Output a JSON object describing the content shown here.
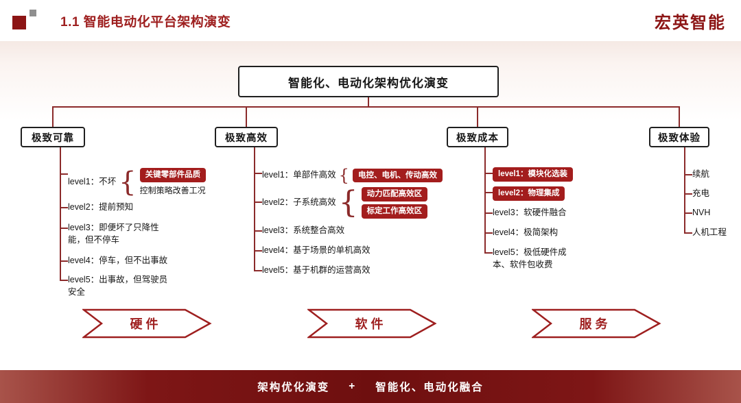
{
  "header": {
    "title": "1.1 智能电动化平台架构演变",
    "brand": "宏英智能"
  },
  "root_label": "智能化、电动化架构优化演变",
  "columns": [
    {
      "title": "极致可靠",
      "items": [
        {
          "text": "level1：不坏",
          "sub": [
            {
              "style": "badge",
              "text": "关键零部件品质"
            },
            {
              "style": "text",
              "text": "控制策略改善工况"
            }
          ]
        },
        {
          "text": "level2：提前预知"
        },
        {
          "text": "level3：即便坏了只降性能，但不停车"
        },
        {
          "text": "level4：停车，但不出事故"
        },
        {
          "text": "level5：出事故，但驾驶员安全"
        }
      ]
    },
    {
      "title": "极致高效",
      "items": [
        {
          "text": "level1：单部件高效",
          "sub": [
            {
              "style": "badge",
              "text": "电控、电机、传动高效"
            }
          ]
        },
        {
          "text": "level2：子系统高效",
          "sub": [
            {
              "style": "badge",
              "text": "动力匹配高效区"
            },
            {
              "style": "badge",
              "text": "标定工作高效区"
            }
          ]
        },
        {
          "text": "level3：系统整合高效"
        },
        {
          "text": "level4：基于场景的单机高效"
        },
        {
          "text": "level5：基于机群的运营高效"
        }
      ]
    },
    {
      "title": "极致成本",
      "items": [
        {
          "style": "badge",
          "text": "level1：模块化选装"
        },
        {
          "style": "badge",
          "text": "level2：物理集成"
        },
        {
          "text": "level3：软硬件融合"
        },
        {
          "text": "level4：极简架构"
        },
        {
          "text": "level5：极低硬件成本、软件包收费"
        }
      ]
    },
    {
      "title": "极致体验",
      "items": [
        {
          "text": "续航"
        },
        {
          "text": "充电"
        },
        {
          "text": "NVH"
        },
        {
          "text": "人机工程"
        }
      ]
    }
  ],
  "banners": [
    {
      "label": "硬件"
    },
    {
      "label": "软件"
    },
    {
      "label": "服务"
    }
  ],
  "footer": {
    "left": "架构优化演变",
    "plus": "+",
    "right": "智能化、电动化融合"
  },
  "colors": {
    "accent": "#9E1F1F",
    "badge_bg": "#A31D1D",
    "line": "#8B2A2A",
    "footer_bg": "#6E0F0F"
  }
}
